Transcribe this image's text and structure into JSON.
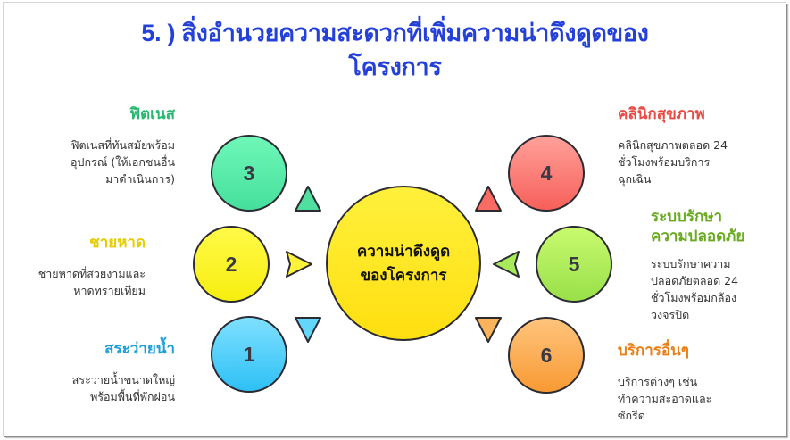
{
  "title": {
    "line1": "5. ) สิ่งอำนวยความสะดวกที่เพิ่มความน่าดึงดูดของ",
    "line2": "โครงการ",
    "color": "#2340d8"
  },
  "center": {
    "line1": "ความน่าดึงดูด",
    "line2": "ของโครงการ",
    "color": "#ffe81e"
  },
  "items": [
    {
      "number": "1",
      "heading": "สระว่ายน้ำ",
      "body_lines": [
        "สระว่ายน้ำขนาดใหญ่",
        "พร้อมพื้นที่พักผ่อน"
      ],
      "color": "#49c6f5",
      "heading_color": "#1e9fd8"
    },
    {
      "number": "2",
      "heading": "ชายหาด",
      "body_lines": [
        "ชายหาดที่สวยงามและ",
        "หาดทรายเทียม"
      ],
      "color": "#fdf42c",
      "heading_color": "#e6cc00"
    },
    {
      "number": "3",
      "heading": "ฟิตเนส",
      "body_lines": [
        "ฟิตเนสที่ทันสมัยพร้อม",
        "อุปกรณ์ (ให้เอกชนอื่น",
        "มาดำเนินการ)"
      ],
      "color": "#54e8a6",
      "heading_color": "#28b870"
    },
    {
      "number": "4",
      "heading": "คลินิกสุขภาพ",
      "body_lines": [
        "คลินิกสุขภาพตลอด 24",
        "ชั่วโมงพร้อมบริการ",
        "ฉุกเฉิน"
      ],
      "color": "#fb7b74",
      "heading_color": "#e84a44"
    },
    {
      "number": "5",
      "heading_lines": [
        "ระบบรักษา",
        "ความปลอดภัย"
      ],
      "body_lines": [
        "ระบบรักษาความ",
        "ปลอดภัยตลอด 24",
        "ชั่วโมงพร้อมกล้อง",
        "วงจรปิด"
      ],
      "color": "#a8ea5a",
      "heading_color": "#6aaa20"
    },
    {
      "number": "6",
      "heading": "บริการอื่นๆ",
      "body_lines": [
        "บริการต่างๆ เช่น",
        "ทำความสะอาดและ",
        "ซักรีด"
      ],
      "color": "#fca94a",
      "heading_color": "#e87f14"
    }
  ]
}
